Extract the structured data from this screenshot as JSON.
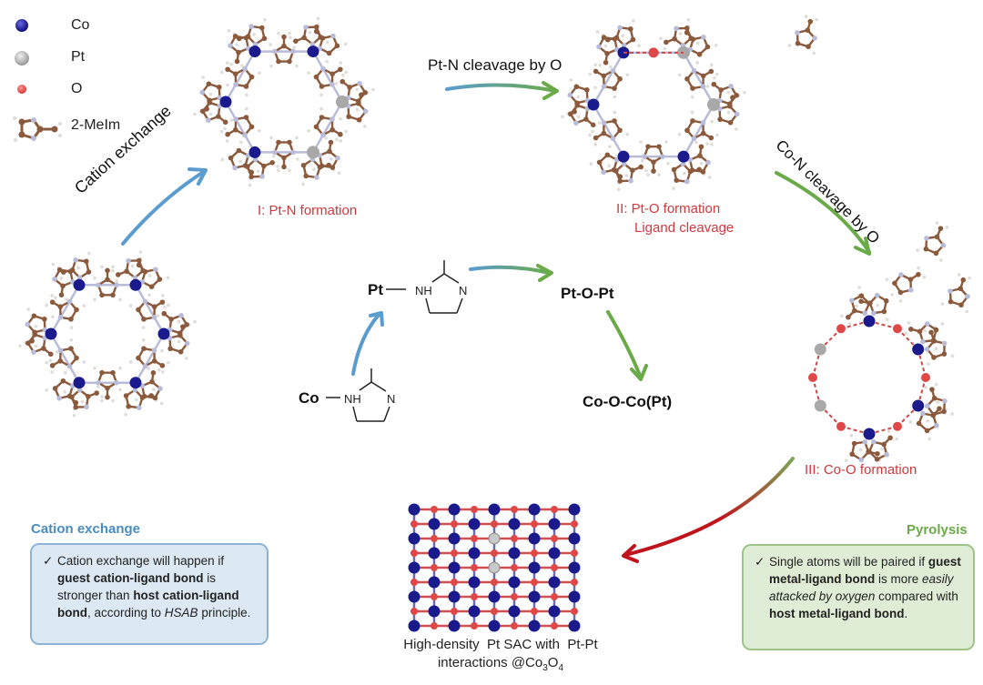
{
  "legend": [
    {
      "label": "Co",
      "icon": "cobalt-atom-icon",
      "color": "#1a1a8c"
    },
    {
      "label": "Pt",
      "icon": "platinum-atom-icon",
      "color": "#a8a8a8"
    },
    {
      "label": "O",
      "icon": "oxygen-atom-icon",
      "color": "#e05050"
    },
    {
      "label": "2-MeIm",
      "icon": "methylimidazole-icon",
      "color": "#8b5a3c"
    }
  ],
  "steps": {
    "cation_exchange": "Cation exchange",
    "pt_n_cleavage": "Pt-N cleavage by O",
    "co_n_cleavage": "Co-N cleavage by O"
  },
  "stages": {
    "stage1": "I: Pt-N formation",
    "stage2_line1": "II: Pt-O formation",
    "stage2_line2": "Ligand cleavage",
    "stage3": "III: Co-O formation"
  },
  "mechanism": {
    "co_metal": "Co",
    "pt_metal": "Pt",
    "nh": "NH",
    "n": "N",
    "pt_o_pt": "Pt-O-Pt",
    "co_o_co": "Co-O-Co(Pt)"
  },
  "cation_box": {
    "title": "Cation exchange",
    "check": "✓",
    "parts": [
      {
        "t": "Cation exchange will happen if ",
        "s": "n"
      },
      {
        "t": "guest cation-ligand bond",
        "s": "b"
      },
      {
        "t": " is stronger than ",
        "s": "n"
      },
      {
        "t": "host cation-ligand bond",
        "s": "b"
      },
      {
        "t": ", according to ",
        "s": "n"
      },
      {
        "t": "HSAB",
        "s": "i"
      },
      {
        "t": " principle.",
        "s": "n"
      }
    ]
  },
  "pyrolysis_box": {
    "title": "Pyrolysis",
    "check": "✓",
    "parts": [
      {
        "t": "Single atoms will be paired if ",
        "s": "n"
      },
      {
        "t": "guest metal-ligand bond",
        "s": "b"
      },
      {
        "t": " is more ",
        "s": "n"
      },
      {
        "t": "easily attacked by oxygen",
        "s": "i"
      },
      {
        "t": " compared with ",
        "s": "n"
      },
      {
        "t": "host metal-ligand bond",
        "s": "b"
      },
      {
        "t": ".",
        "s": "n"
      }
    ]
  },
  "product": {
    "line1": "High-density  Pt SAC with  Pt-Pt",
    "line2_prefix": "interactions @Co",
    "sub1": "3",
    "mid": "O",
    "sub2": "4"
  },
  "colors": {
    "co": "#1a1a8c",
    "pt": "#a8a8a8",
    "o": "#e04848",
    "c": "#8b5a3c",
    "n": "#b8bcd8",
    "blue_arrow": "#5a9ccf",
    "green_arrow": "#6aaa48",
    "red_arrow": "#c0141c",
    "stage_red": "#d0393b",
    "cation_title": "#4a8cc0",
    "pyro_title": "#6aaa48"
  }
}
